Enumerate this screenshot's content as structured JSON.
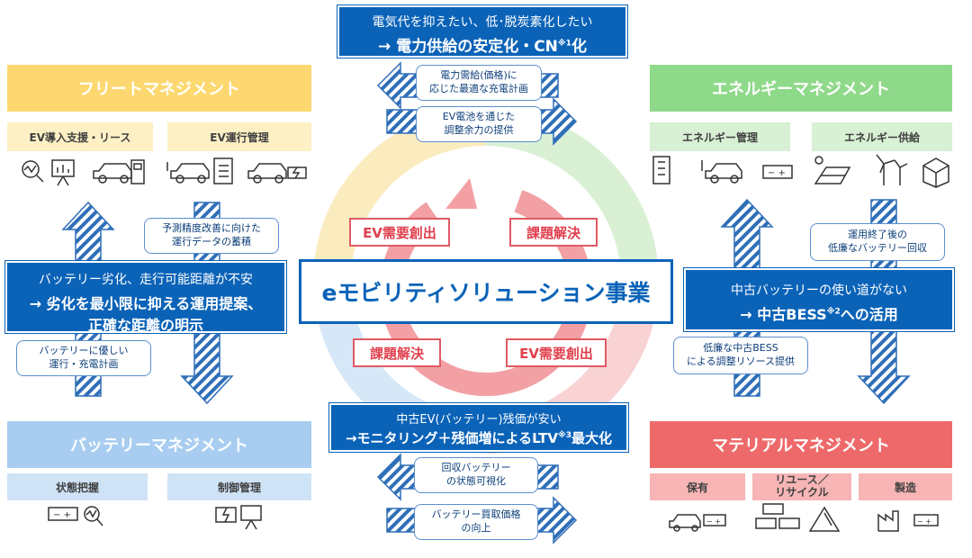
{
  "top_box": {
    "line1": "電気代を抑えたい、低･脱炭素化したい",
    "line2": "→ 電力供給の安定化・CN",
    "sup": "※1",
    "suffix": "化"
  },
  "top_notes": [
    "電力需給(価格)に",
    "応じた最適な充電計画",
    "EV電池を通じた",
    "調整余力の提供"
  ],
  "center_title": "eモビリティソリューション事業",
  "tags": {
    "tl": "EV需要創出",
    "tr": "課題解決",
    "bl": "課題解決",
    "br": "EV需要創出"
  },
  "fleet": {
    "title": "フリートマネジメント",
    "subs": [
      "EV導入支援・リース",
      "EV運行管理"
    ]
  },
  "energy": {
    "title": "エネルギーマネジメント",
    "subs": [
      "エネルギー管理",
      "エネルギー供給"
    ]
  },
  "battery": {
    "title": "バッテリーマネジメント",
    "subs": [
      "状態把握",
      "制御管理"
    ]
  },
  "material": {
    "title": "マテリアルマネジメント",
    "subs": [
      "保有",
      "リユース／",
      "リサイクル",
      "製造"
    ]
  },
  "left_box": {
    "line1": "バッテリー劣化、走行可能距離が不安",
    "line2": "→ 劣化を最小限に抑える運用提案、",
    "line3": "正確な距離の明示"
  },
  "left_notes": [
    "予測精度改善に向けた",
    "運行データの蓄積",
    "バッテリーに優しい",
    "運行・充電計画"
  ],
  "right_box": {
    "line1": "中古バッテリーの使い道がない",
    "line2": "→ 中古BESS",
    "sup": "※2",
    "suffix": "への活用"
  },
  "right_notes": [
    "運用終了後の",
    "低廉なバッテリー回収",
    "低廉な中古BESS",
    "による調整リソース提供"
  ],
  "bottom_box": {
    "line1": "中古EV(バッテリー)残価が安い",
    "line2": "→モニタリング＋残価増によるLTV",
    "sup": "※3",
    "suffix": "最大化"
  },
  "bottom_notes": [
    "回収バッテリー",
    "の状態可視化",
    "バッテリー買取価格",
    "の向上"
  ],
  "colors": {
    "fleet": "#fdd870",
    "energy": "#8fd98a",
    "battery": "#a8cdf0",
    "material": "#ee6a6a",
    "blue": "#0b63b8",
    "arrow": "#2f6fb8",
    "red": "#e0404e"
  }
}
